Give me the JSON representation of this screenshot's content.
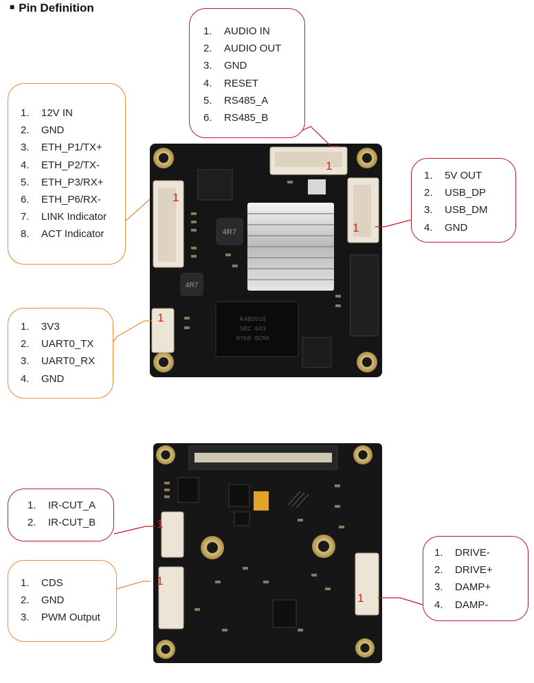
{
  "heading": "Pin Definition",
  "callouts": {
    "audio": [
      "AUDIO IN",
      "AUDIO OUT",
      "GND",
      "RESET",
      "RS485_A",
      "RS485_B"
    ],
    "eth": [
      "12V IN",
      "GND",
      "ETH_P1/TX+",
      "ETH_P2/TX-",
      "ETH_P3/RX+",
      "ETH_P6/RX-",
      "LINK Indicator",
      "ACT Indicator"
    ],
    "usb": [
      "5V OUT",
      "USB_DP",
      "USB_DM",
      "GND"
    ],
    "uart": [
      "3V3",
      "UART0_TX",
      "UART0_RX",
      "GND"
    ],
    "ircut": [
      "IR-CUT_A",
      "IR-CUT_B"
    ],
    "cds": [
      "CDS",
      "GND",
      "PWM Output"
    ],
    "drive": [
      "DRIVE-",
      "DRIVE+",
      "DAMP+",
      "DAMP-"
    ]
  },
  "pin_marker": "1",
  "chip_labels": {
    "inductor": "4R7",
    "inductor2": "4R7",
    "memory_line1": "K4B2G16",
    "memory_line2": "SEC 843",
    "memory_line3": "HYK0 BCMA"
  },
  "colors": {
    "red_border": "#c0182a",
    "orange_border": "#ee8a36",
    "pcb": "#141414",
    "pin_marker": "#e01b1b"
  }
}
